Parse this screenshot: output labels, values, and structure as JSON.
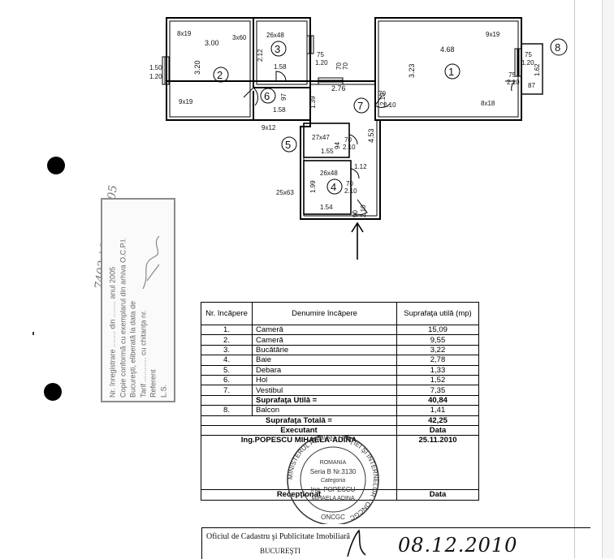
{
  "floor_plan": {
    "rooms": [
      {
        "id": "1",
        "label": "1"
      },
      {
        "id": "2",
        "label": "2"
      },
      {
        "id": "3",
        "label": "3"
      },
      {
        "id": "4",
        "label": "4"
      },
      {
        "id": "5",
        "label": "5"
      },
      {
        "id": "6",
        "label": "6"
      },
      {
        "id": "7",
        "label": "7"
      },
      {
        "id": "8",
        "label": "8"
      }
    ],
    "dimensions": {
      "r2_win_top": "8x19",
      "r2_width": "3.00",
      "r2_door": "3x60",
      "r2_height": "3.20",
      "r2_win_bottom": "9x19",
      "left_win": "1.50",
      "left_win2": "1.20",
      "r3_win": "26x48",
      "r3_h": "2.12",
      "r3_w": "1.58",
      "r3_side": "75",
      "r3_side2": "1.20",
      "hall_w": "2.76",
      "top_70a": "70",
      "top_70b": "70",
      "r6_h": "1.39",
      "r6_97": "97",
      "r6_w": "1.58",
      "r6_door": "9x12",
      "r1_w": "4.68",
      "r1_win_top": "9x19",
      "r1_h": "3.23",
      "r1_win_bottom": "8x18",
      "r1_75": "75",
      "r1_120": "1.20",
      "r1_210": "2.10",
      "r1_75b": "75",
      "r1_210b": "2.10",
      "balcony_87": "87",
      "balcony_162": "1.62",
      "r7_h": "4.53",
      "r7_112": "1.12",
      "r7_70": "70",
      "r7_210": "2.10",
      "r5_win": "27x47",
      "r5_w": "1.55",
      "r5_94": "94",
      "r5_70": "70",
      "r5_210": "2.10",
      "r4_win": "26x48",
      "r4_h": "1.99",
      "r4_w": "1.54",
      "r4_70": "70",
      "r4_210": "2.10",
      "r4_side": "25x63",
      "entry_90": "90",
      "entry_210": "2.10"
    }
  },
  "registration_stamp": {
    "lines": [
      "Nr. înregistrare ........ din ........ anul 2005",
      "Copie conformă cu exemplarul din arhiva O.C.P.I.",
      "Bucureşti, eliberată la data de",
      "Tarif ............ cu chitanţa nr.",
      "Referent",
      "L.S."
    ],
    "handwritten": "7402 / 01.07.2005"
  },
  "table": {
    "header": {
      "nr": "Nr. încăpere",
      "name": "Denumire încăpere",
      "area": "Suprafaţa utilă (mp)"
    },
    "rows": [
      {
        "nr": "1.",
        "name": "Cameră",
        "area": "15,09"
      },
      {
        "nr": "2.",
        "name": "Cameră",
        "area": "9,55"
      },
      {
        "nr": "3.",
        "name": "Bucătărie",
        "area": "3,22"
      },
      {
        "nr": "4.",
        "name": "Baie",
        "area": "2,78"
      },
      {
        "nr": "5.",
        "name": "Debara",
        "area": "1,33"
      },
      {
        "nr": "6.",
        "name": "Hol",
        "area": "1,52"
      },
      {
        "nr": "7.",
        "name": "Vestibul",
        "area": "7,35"
      }
    ],
    "useful_total": {
      "label": "Suprafaţa Utilă =",
      "value": "40,84"
    },
    "balcony": {
      "nr": "8.",
      "name": "Balcon",
      "area": "1,41"
    },
    "total": {
      "label": "Suprafaţa Totală =",
      "value": "42,25"
    },
    "executant": {
      "label": "Executant",
      "date_label": "Data"
    },
    "engineer": {
      "name": "Ing.POPESCU MIHAELA-ADINA",
      "date": "25.11.2010"
    },
    "receptionat": {
      "label": "Recepţionat",
      "date_label": "Data"
    }
  },
  "round_stamp": {
    "outer_text": "MINISTERUL ADMINISTRAŢIEI ŞI INTERNELOR · ONCGC",
    "line1": "ROMANIA",
    "line2": "Seria B Nr.3130",
    "line3": "Categoria",
    "line4": "Ing. POPESCU",
    "line5": "MIHAELA ADINA",
    "bottom": "ONCGC"
  },
  "footer": {
    "office": "Oficiul de Cadastru şi Publicitate Imobiliară",
    "city": "BUCUREŞTI",
    "hand_date": "08.12.2010"
  },
  "colors": {
    "ink": "#111111",
    "stamp_grey": "#8b8b8b",
    "wall": "#000000"
  }
}
